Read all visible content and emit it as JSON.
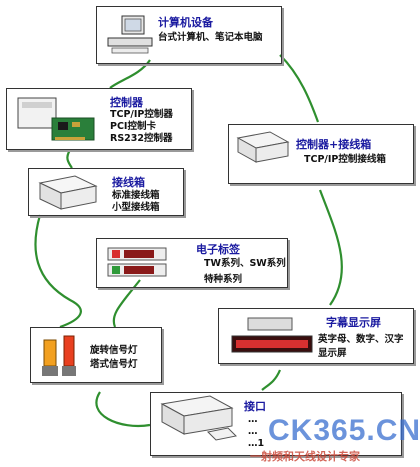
{
  "colors": {
    "connector": "#2f8f2f",
    "title_text": "#1a1aa0",
    "body_text": "#111111",
    "led_red": "#d83030"
  },
  "icons": [
    "desktop-computer-icon",
    "controller-board-icon",
    "box-device-icon",
    "electronic-tag-icon",
    "signal-lamp-icon",
    "led-display-icon",
    "interface-device-icon"
  ],
  "nodes": {
    "computer": {
      "title": "计算机设备",
      "lines": [
        "台式计算机、笔记本电脑"
      ]
    },
    "controller": {
      "title": "控制器",
      "lines": [
        "TCP/IP控制器",
        "PCI控制卡",
        "RS232控制器"
      ]
    },
    "ctrl_box": {
      "title": "控制器+接线箱",
      "lines": [
        "TCP/IP控制接线箱"
      ]
    },
    "junction": {
      "title": "接线箱",
      "lines": [
        "标准接线箱",
        "小型接线箱"
      ]
    },
    "etag": {
      "title": "电子标签",
      "lines": [
        "TW系列、SW系列",
        "特种系列"
      ]
    },
    "display": {
      "title": "字幕显示屏",
      "lines": [
        "英字母、数字、汉字",
        "显示屏"
      ]
    },
    "signal": {
      "lines": [
        "旋转信号灯",
        "塔式信号灯"
      ]
    },
    "interface": {
      "title": "接口",
      "lines": [
        "…",
        "…",
        "…1"
      ]
    }
  },
  "watermark": {
    "main": "CK365.CN",
    "sub": "一射频和天线设计专家"
  }
}
